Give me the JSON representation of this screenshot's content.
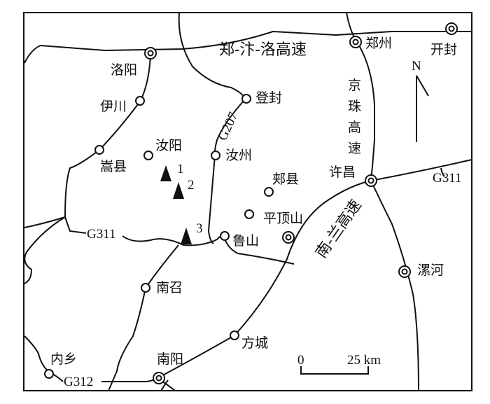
{
  "map": {
    "highways": {
      "zheng_bian_luo": "郑-汴-洛高速",
      "jing_zhu": [
        "京",
        "珠",
        "高",
        "速"
      ],
      "nan_lan": "南-兰高速"
    },
    "national_roads": {
      "g207": "G207",
      "g311_west": "G311",
      "g311_east": "G311",
      "g312": "G312"
    },
    "cities": {
      "luoyang": "洛阳",
      "zhengzhou": "郑州",
      "kaifeng": "开封",
      "yichuan": "伊川",
      "dengfeng": "登封",
      "songxian": "嵩县",
      "ruyang": "汝阳",
      "ruzhou": "汝州",
      "jiaxian": "郏县",
      "xuchang": "许昌",
      "pingdingshan": "平顶山",
      "lushan": "鲁山",
      "luohe": "漯河",
      "nanzhao": "南召",
      "fangcheng": "方城",
      "neixiang": "内乡",
      "nanyang": "南阳"
    },
    "sites": [
      "1",
      "2",
      "3"
    ],
    "north_label": "N",
    "scale": {
      "zero": "0",
      "end": "25 km"
    },
    "ink_color": "#111111"
  }
}
